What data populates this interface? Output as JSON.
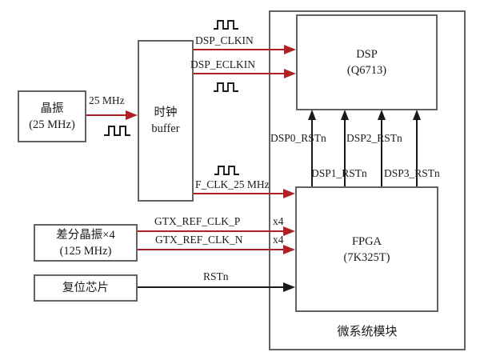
{
  "title": "clock-and-reset-distribution-diagram",
  "outer": {
    "label": "微系统模块"
  },
  "blocks": {
    "osc": {
      "line1": "晶振",
      "line2": "(25 MHz)"
    },
    "clock_buffer": {
      "line1": "时钟",
      "line2": "buffer"
    },
    "dsp": {
      "line1": "DSP",
      "line2": "(Q6713)"
    },
    "fpga": {
      "line1": "FPGA",
      "line2": "(7K325T)"
    },
    "diff_osc": {
      "line1": "差分晶振×4",
      "line2": "(125 MHz)"
    },
    "reset_chip": {
      "line1": "复位芯片"
    }
  },
  "signals": {
    "clk_25mhz": "25 MHz",
    "dsp_clkin": "DSP_CLKIN",
    "dsp_eclkin": "DSP_ECLKIN",
    "f_clk": "F_CLK_25 MHz",
    "gtx_ref_clk_p": "GTX_REF_CLK_P",
    "gtx_ref_clk_n": "GTX_REF_CLK_N",
    "gtx_p_mult": "x4",
    "gtx_n_mult": "x4",
    "rstn": "RSTn",
    "dsp0_rstn": "DSP0_RSTn",
    "dsp1_rstn": "DSP1_RSTn",
    "dsp2_rstn": "DSP2_RSTn",
    "dsp3_rstn": "DSP3_RSTn"
  },
  "icons": {
    "clock_waveform": "square-wave-icon"
  },
  "colors": {
    "signal_red": "#b02126",
    "line_black": "#1a1a1a",
    "box_border": "#636363",
    "background": "#ffffff"
  }
}
